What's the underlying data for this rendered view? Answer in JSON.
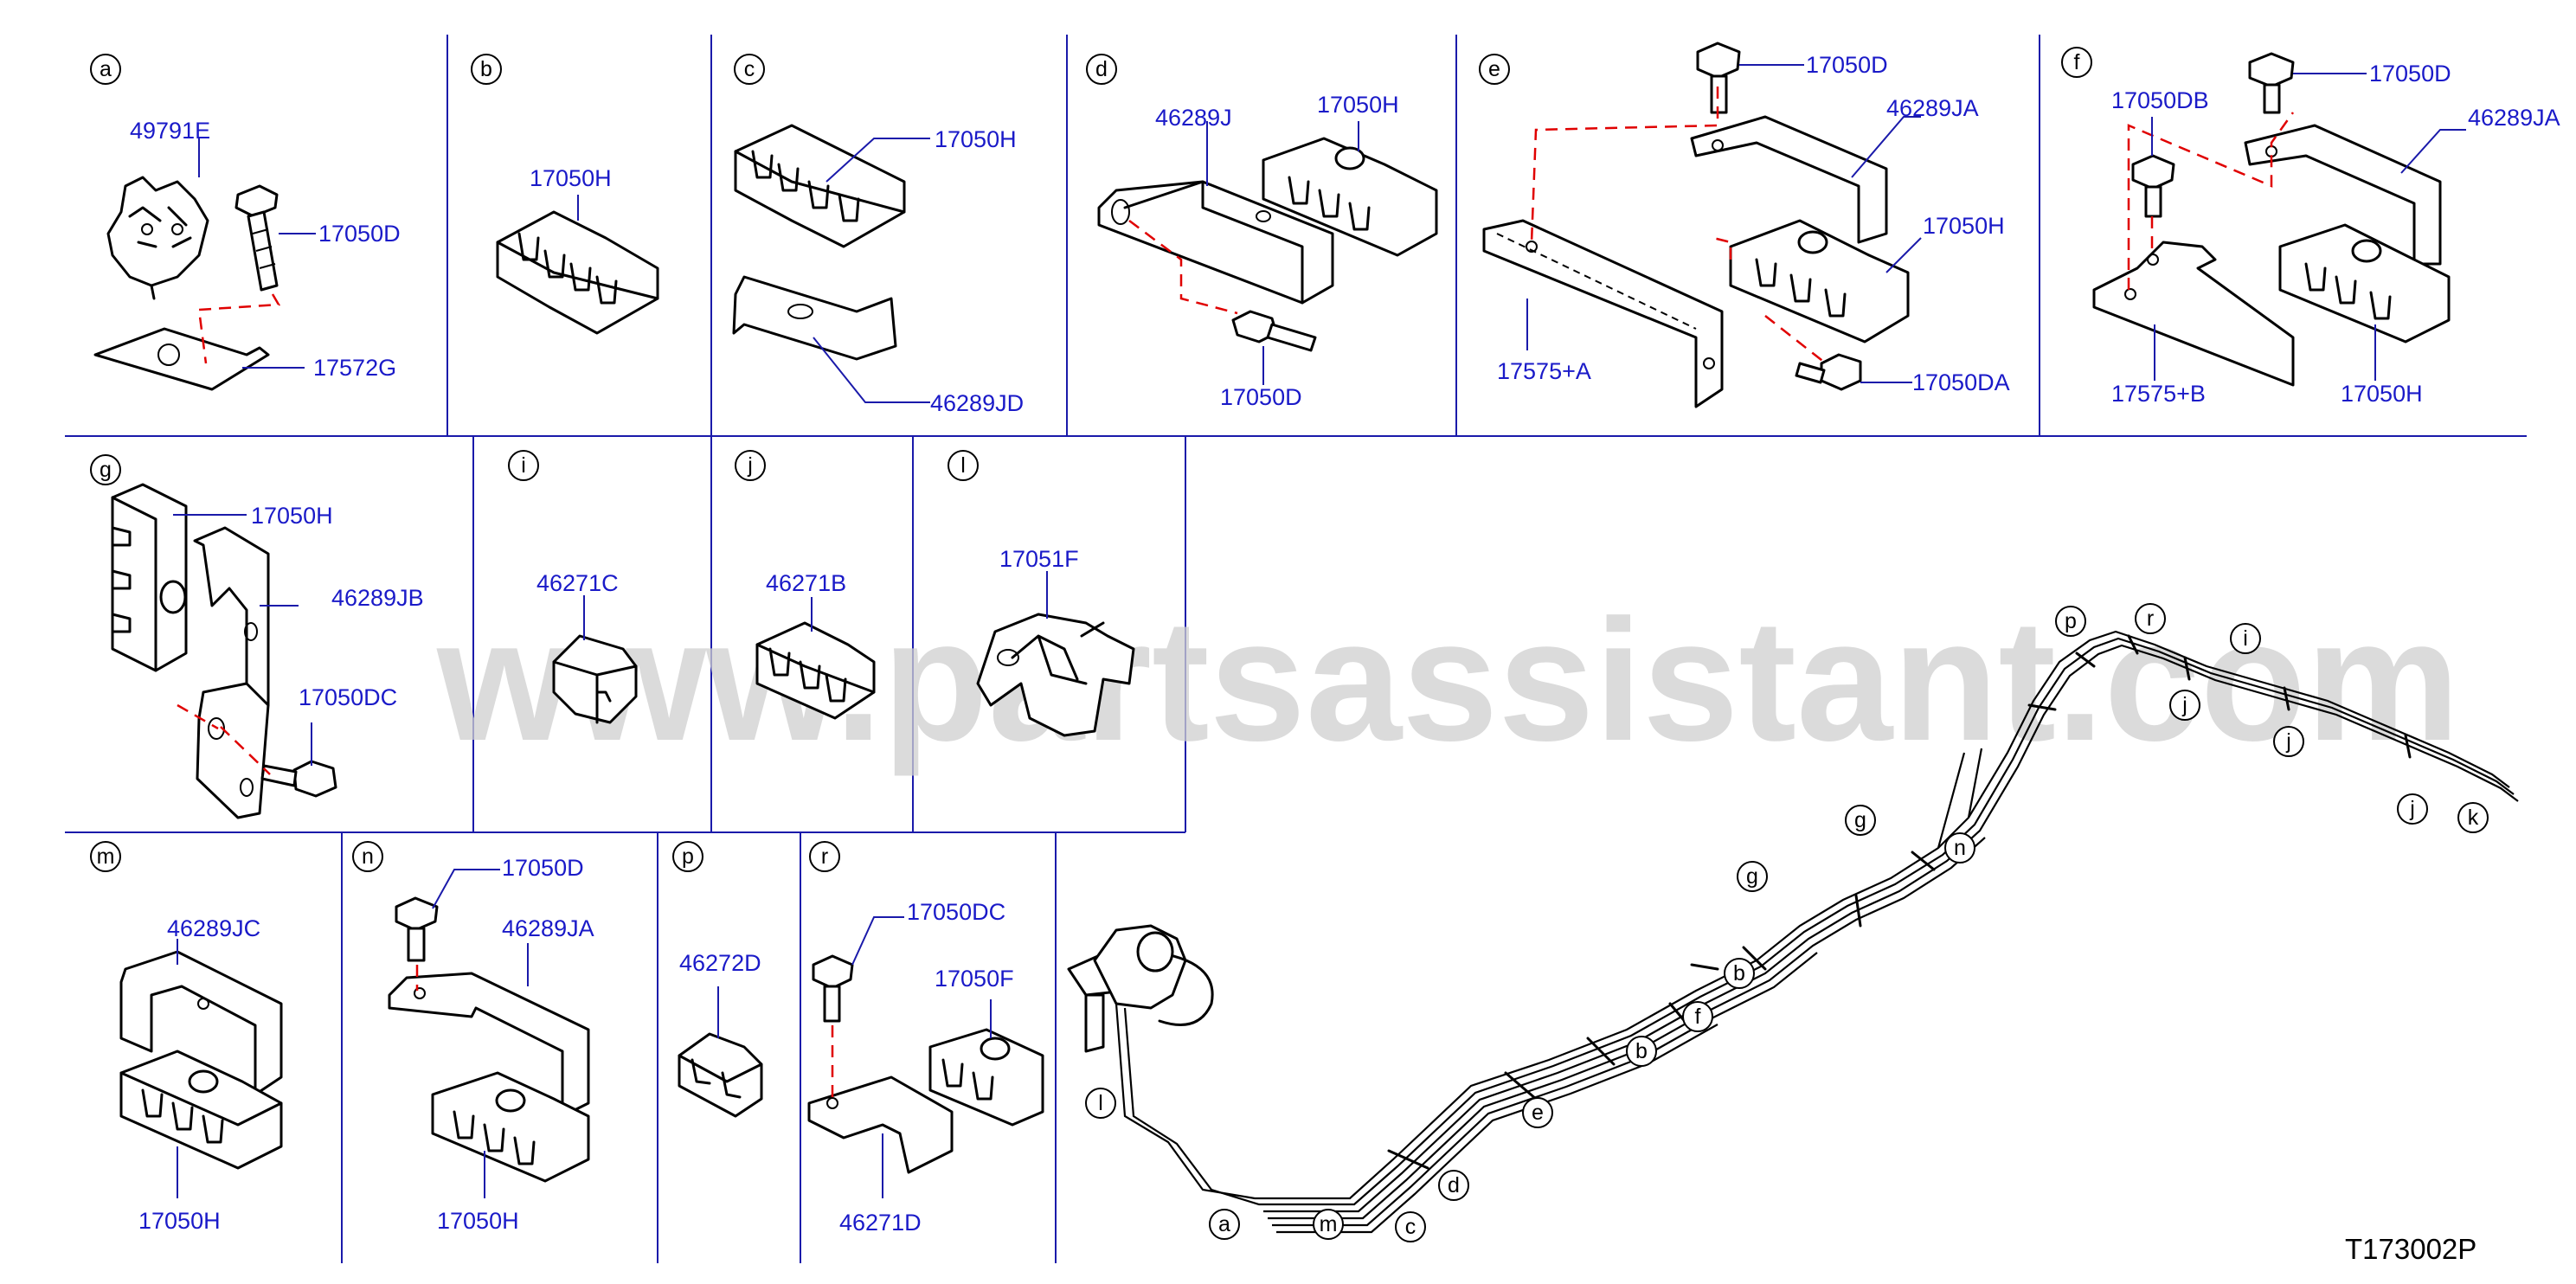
{
  "watermark": "www.partsassistant.com",
  "diagram_code": "T173002P",
  "panels": {
    "a": {
      "letter": "a",
      "parts": [
        "49791E",
        "17050D",
        "17572G"
      ]
    },
    "b": {
      "letter": "b",
      "parts": [
        "17050H"
      ]
    },
    "c": {
      "letter": "c",
      "parts": [
        "17050H",
        "46289JD"
      ]
    },
    "d": {
      "letter": "d",
      "parts": [
        "46289J",
        "17050H",
        "17050D"
      ]
    },
    "e": {
      "letter": "e",
      "parts": [
        "17050D",
        "46289JA",
        "17050H",
        "17575+A",
        "17050DA"
      ]
    },
    "f": {
      "letter": "f",
      "parts": [
        "17050DB",
        "17050D",
        "46289JA",
        "17575+B",
        "17050H"
      ]
    },
    "g": {
      "letter": "g",
      "parts": [
        "17050H",
        "46289JB",
        "17050DC"
      ]
    },
    "i": {
      "letter": "i",
      "parts": [
        "46271C"
      ]
    },
    "j": {
      "letter": "j",
      "parts": [
        "46271B"
      ]
    },
    "l": {
      "letter": "l",
      "parts": [
        "17051F"
      ]
    },
    "m": {
      "letter": "m",
      "parts": [
        "46289JC",
        "17050H"
      ]
    },
    "n": {
      "letter": "n",
      "parts": [
        "17050D",
        "46289JA",
        "17050H"
      ]
    },
    "p": {
      "letter": "p",
      "parts": [
        "46272D"
      ]
    },
    "r": {
      "letter": "r",
      "parts": [
        "17050DC",
        "17050F",
        "46271D"
      ]
    }
  },
  "routing_labels": {
    "p": "p",
    "r": "r",
    "i": "i",
    "j1": "j",
    "j2": "j",
    "j3": "j",
    "k": "k",
    "g1": "g",
    "g2": "g",
    "n": "n",
    "b1": "b",
    "b2": "b",
    "f": "f",
    "e": "e",
    "d": "d",
    "c": "c",
    "m": "m",
    "a": "a",
    "l": "l"
  },
  "colors": {
    "part_number": "#1a1ac8",
    "divider": "#1a1aaa",
    "dash_line": "#e00000",
    "watermark": "#d0d0d0"
  }
}
